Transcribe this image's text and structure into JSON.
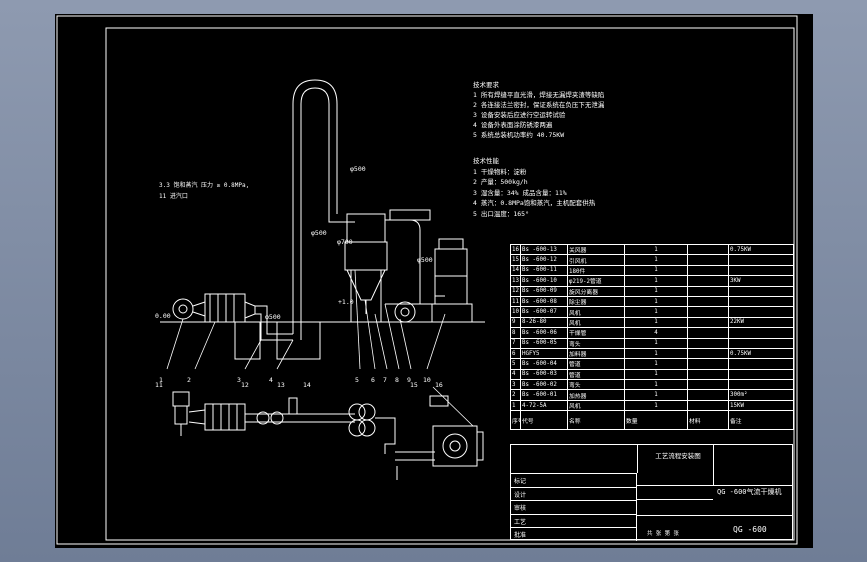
{
  "tech_requirements": {
    "heading": "技术要求",
    "items": [
      "1 所有焊缝平直光滑，焊接无漏焊夹渣等缺陷",
      "2 各连接法兰密封，保证系统在负压下无泄漏",
      "3 设备安装后应进行空运转试验",
      "4 设备外表面涂防锈漆两遍",
      "5 系统总装机功率约 40.75KW"
    ]
  },
  "tech_performance": {
    "heading": "技术性能",
    "items": [
      "1 干燥物料：淀粉",
      "2 产量：500kg/h",
      "3 湿含量：34%  成品含量：11%",
      "4 蒸汽：0.8MPa饱和蒸汽，主机配套供热",
      "5 出口温度：165°"
    ]
  },
  "steam_note": [
    "3.3 饱和蒸汽 压力 ≥ 0.8MPa, 11 进汽口"
  ],
  "dimension_labels": {
    "d500_top": "φ500",
    "d500_mid": "φ500",
    "d700": "φ700",
    "d500_left": "φ500",
    "d500_right": "φ500",
    "elev_0": "0.00",
    "elev_1": "+1.0"
  },
  "callouts": [
    "1",
    "2",
    "3",
    "4",
    "5",
    "6",
    "7",
    "8",
    "9",
    "10",
    "11",
    "12",
    "13",
    "14",
    "15",
    "16"
  ],
  "bom": [
    {
      "no": "16",
      "code": "Bs -600-13",
      "name": "关风器",
      "qty": "1",
      "note": "0.75KW"
    },
    {
      "no": "15",
      "code": "Bs -600-12",
      "name": "引风机",
      "qty": "1",
      "note": ""
    },
    {
      "no": "14",
      "code": "Bs -600-11",
      "name": "180件",
      "qty": "1",
      "note": ""
    },
    {
      "no": "13",
      "code": "Bs -600-10",
      "name": "φ219-2管道",
      "qty": "1",
      "note": "3KW"
    },
    {
      "no": "12",
      "code": "Bs -600-09",
      "name": "旋风分离器",
      "qty": "1",
      "note": ""
    },
    {
      "no": "11",
      "code": "Bs -600-08",
      "name": "除尘器",
      "qty": "1",
      "note": ""
    },
    {
      "no": "10",
      "code": "Bs -600-07",
      "name": "风机",
      "qty": "1",
      "note": ""
    },
    {
      "no": "9",
      "code": "8-26-80",
      "name": "风机",
      "qty": "1",
      "note": "22KW"
    },
    {
      "no": "8",
      "code": "Bs -600-06",
      "name": "干燥管",
      "qty": "4",
      "note": ""
    },
    {
      "no": "7",
      "code": "Bs -600-05",
      "name": "弯头",
      "qty": "1",
      "note": ""
    },
    {
      "no": "6",
      "code": "HGFY5",
      "name": "加料器",
      "qty": "1",
      "note": "0.75KW"
    },
    {
      "no": "5",
      "code": "Bs -600-04",
      "name": "管道",
      "qty": "1",
      "note": ""
    },
    {
      "no": "4",
      "code": "Bs -600-03",
      "name": "管道",
      "qty": "1",
      "note": ""
    },
    {
      "no": "3",
      "code": "Bs -600-02",
      "name": "弯头",
      "qty": "1",
      "note": ""
    },
    {
      "no": "2",
      "code": "Bs -600-01",
      "name": "加热器",
      "qty": "1",
      "note": "300m²"
    },
    {
      "no": "1",
      "code": "4-72-5A",
      "name": "风机",
      "qty": "1",
      "note": "15KW"
    }
  ],
  "bom_header": {
    "no": "序号",
    "code": "代号",
    "name": "名称",
    "qty": "数量",
    "material": "材料",
    "note": "备注"
  },
  "title_block": {
    "drawing_title": "工艺流程安装图",
    "product_name": "QG -600气流干燥机",
    "drawing_no": "QG -600",
    "rows": [
      "标记",
      "设计",
      "审核",
      "工艺",
      "批准"
    ],
    "footer": "共 张 第 张"
  }
}
